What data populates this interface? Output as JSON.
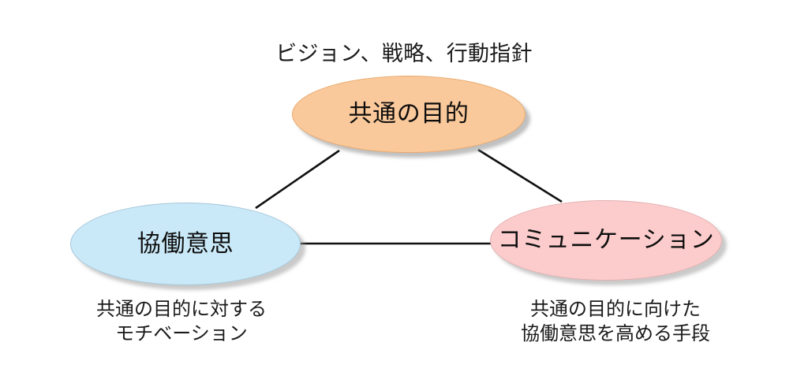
{
  "diagram": {
    "title_note": "ビジョン、戦略、行動指針",
    "nodes": [
      {
        "id": "purpose",
        "label": "共通の目的",
        "fill": "#FAC99B",
        "stroke": "#E8A96E"
      },
      {
        "id": "willingness",
        "label": "協働意思",
        "fill": "#CAE9F8",
        "stroke": "#A6C7D8"
      },
      {
        "id": "communication",
        "label": "コミュニケーション",
        "fill": "#FCCCCC",
        "stroke": "#E3B0B0"
      }
    ],
    "edges": [
      {
        "id": "purpose-willingness",
        "from": "purpose",
        "to": "willingness",
        "color": "#111111"
      },
      {
        "id": "purpose-communication",
        "from": "purpose",
        "to": "communication",
        "color": "#111111"
      },
      {
        "id": "willingness-communication",
        "from": "willingness",
        "to": "communication",
        "color": "#111111"
      }
    ],
    "captions": {
      "left": {
        "line1": "共通の目的に対する",
        "line2": "モチベーション"
      },
      "right": {
        "line1": "共通の目的に向けた",
        "line2": "協働意思を高める手段"
      }
    },
    "shadow_color": "#BFBFBF",
    "background": "#FFFFFF"
  }
}
